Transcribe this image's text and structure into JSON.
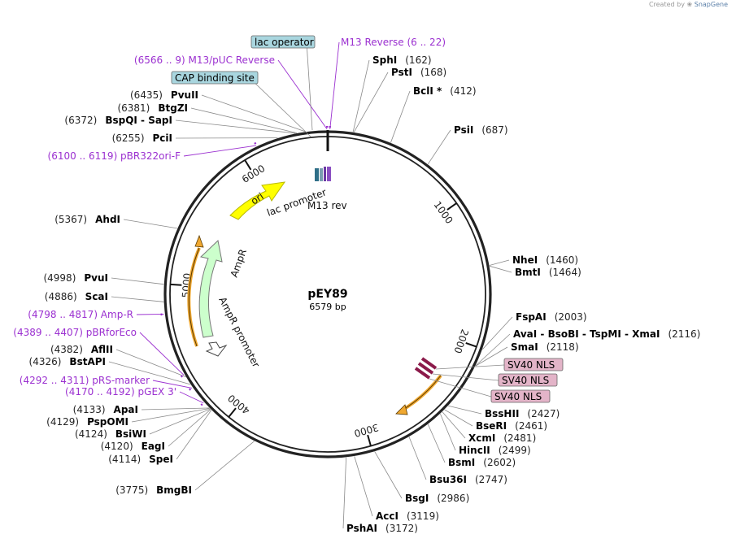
{
  "credit": {
    "prefix": "Created by",
    "brand": "SnapGene"
  },
  "plasmid": {
    "name": "pEY89",
    "length_label": "6579 bp",
    "length": 6579
  },
  "ticks": [
    {
      "pos": 1000,
      "label": "1000"
    },
    {
      "pos": 2000,
      "label": "2000"
    },
    {
      "pos": 3000,
      "label": "3000"
    },
    {
      "pos": 4000,
      "label": "4000"
    },
    {
      "pos": 5000,
      "label": "5000"
    },
    {
      "pos": 6000,
      "label": "6000"
    }
  ],
  "sites": [
    {
      "name": "SphI",
      "pos_label": "(162)",
      "pos": 162
    },
    {
      "name": "PstI",
      "pos_label": "(168)",
      "pos": 168
    },
    {
      "name": "BclI *",
      "pos_label": "(412)",
      "pos": 412
    },
    {
      "name": "PsiI",
      "pos_label": "(687)",
      "pos": 687
    },
    {
      "name": "NheI",
      "pos_label": "(1460)",
      "pos": 1460
    },
    {
      "name": "BmtI",
      "pos_label": "(1464)",
      "pos": 1464
    },
    {
      "name": "FspAI",
      "pos_label": "(2003)",
      "pos": 2003
    },
    {
      "name": "AvaI  - BsoBI  - TspMI  - XmaI",
      "pos_label": "(2116)",
      "pos": 2116
    },
    {
      "name": "SmaI",
      "pos_label": "(2118)",
      "pos": 2118
    },
    {
      "name": "BssHII",
      "pos_label": "(2427)",
      "pos": 2427
    },
    {
      "name": "BseRI",
      "pos_label": "(2461)",
      "pos": 2461
    },
    {
      "name": "XcmI",
      "pos_label": "(2481)",
      "pos": 2481
    },
    {
      "name": "HincII",
      "pos_label": "(2499)",
      "pos": 2499
    },
    {
      "name": "BsmI",
      "pos_label": "(2602)",
      "pos": 2602
    },
    {
      "name": "Bsu36I",
      "pos_label": "(2747)",
      "pos": 2747
    },
    {
      "name": "BsgI",
      "pos_label": "(2986)",
      "pos": 2986
    },
    {
      "name": "AccI",
      "pos_label": "(3119)",
      "pos": 3119
    },
    {
      "name": "PshAI",
      "pos_label": "(3172)",
      "pos": 3172
    },
    {
      "name": "BmgBI",
      "pos_label": "(3775)",
      "pos": 3775
    },
    {
      "name": "SpeI",
      "pos_label": "(4114)",
      "pos": 4114
    },
    {
      "name": "EagI",
      "pos_label": "(4120)",
      "pos": 4120
    },
    {
      "name": "BsiWI",
      "pos_label": "(4124)",
      "pos": 4124
    },
    {
      "name": "PspOMI",
      "pos_label": "(4129)",
      "pos": 4129
    },
    {
      "name": "ApaI",
      "pos_label": "(4133)",
      "pos": 4133
    },
    {
      "name": "BstAPI",
      "pos_label": "(4326)",
      "pos": 4326
    },
    {
      "name": "AflII",
      "pos_label": "(4382)",
      "pos": 4382
    },
    {
      "name": "ScaI",
      "pos_label": "(4886)",
      "pos": 4886
    },
    {
      "name": "PvuI",
      "pos_label": "(4998)",
      "pos": 4998
    },
    {
      "name": "AhdI",
      "pos_label": "(5367)",
      "pos": 5367
    },
    {
      "name": "PciI",
      "pos_label": "(6255)",
      "pos": 6255
    },
    {
      "name": "BspQI  - SapI",
      "pos_label": "(6372)",
      "pos": 6372
    },
    {
      "name": "BtgZI",
      "pos_label": "(6381)",
      "pos": 6381
    },
    {
      "name": "PvuII",
      "pos_label": "(6435)",
      "pos": 6435
    }
  ],
  "primers": [
    {
      "text": "M13 Reverse   (6 .. 22)",
      "pos": 14
    },
    {
      "text": "(6566 .. 9)  M13/pUC Reverse",
      "pos": 6575
    },
    {
      "text": "(6100 .. 6119)  pBR322ori-F",
      "pos": 6110
    },
    {
      "text": "(4798 .. 4817)  Amp-R",
      "pos": 4808
    },
    {
      "text": "(4389 .. 4407)  pBRforEco",
      "pos": 4398
    },
    {
      "text": "(4292 .. 4311)  pRS-marker",
      "pos": 4301
    },
    {
      "text": "(4170 .. 4192)  pGEX 3'",
      "pos": 4181
    }
  ],
  "boxed": [
    {
      "text": "lac operator",
      "kind": "blue"
    },
    {
      "text": "CAP binding site",
      "kind": "blue"
    },
    {
      "text": "SV40 NLS",
      "kind": "pink"
    },
    {
      "text": "SV40 NLS",
      "kind": "pink"
    },
    {
      "text": "SV40 NLS",
      "kind": "pink"
    }
  ],
  "features": [
    {
      "name": "ori",
      "color": "#ffff00"
    },
    {
      "name": "AmpR",
      "color": "#ccffcc"
    },
    {
      "name": "AmpR promoter",
      "color": "#ffffff"
    },
    {
      "name": "lac promoter",
      "color": "#ffffff"
    },
    {
      "name": "M13 rev",
      "color": "#8a4fc2"
    }
  ],
  "colors": {
    "backbone": "#222222",
    "primer": "#9b30d0",
    "blue_box": "#a9d6df",
    "pink_box": "#e3b4c8",
    "orange_arc": "#f0a830",
    "nls": "#8b1a4a"
  }
}
